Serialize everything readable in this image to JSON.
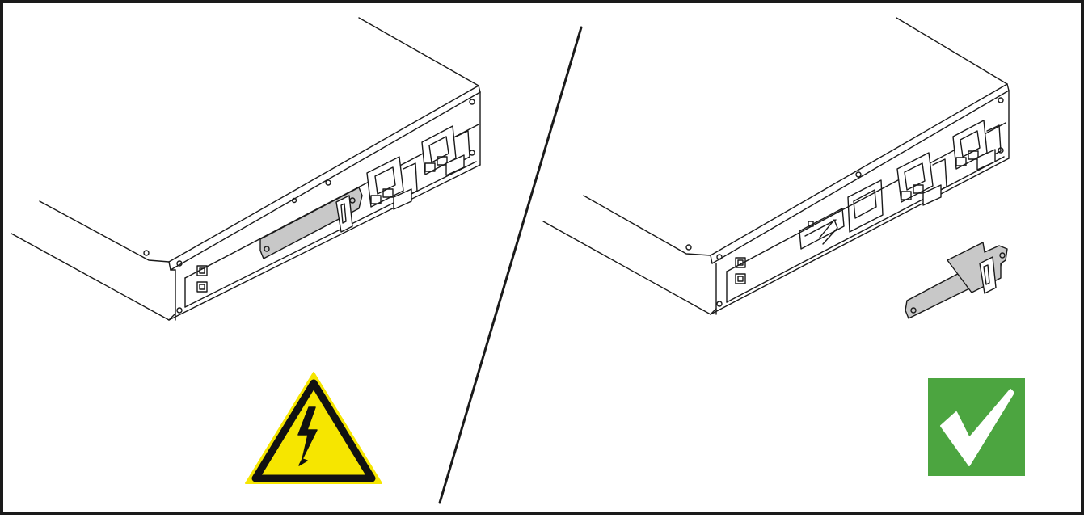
{
  "diagram": {
    "panels": [
      {
        "id": "left",
        "status": "warning",
        "icon": "high-voltage-warning-icon",
        "state": "bypass-plate-installed"
      },
      {
        "id": "right",
        "status": "ok",
        "icon": "checkmark-icon",
        "state": "bypass-plate-removed"
      }
    ],
    "colors": {
      "line": "#1a1a1a",
      "plate_fill": "#c8c8c8",
      "warning_yellow": "#f6e600",
      "warning_black": "#111111",
      "check_green": "#4ca540",
      "check_white": "#ffffff"
    }
  }
}
